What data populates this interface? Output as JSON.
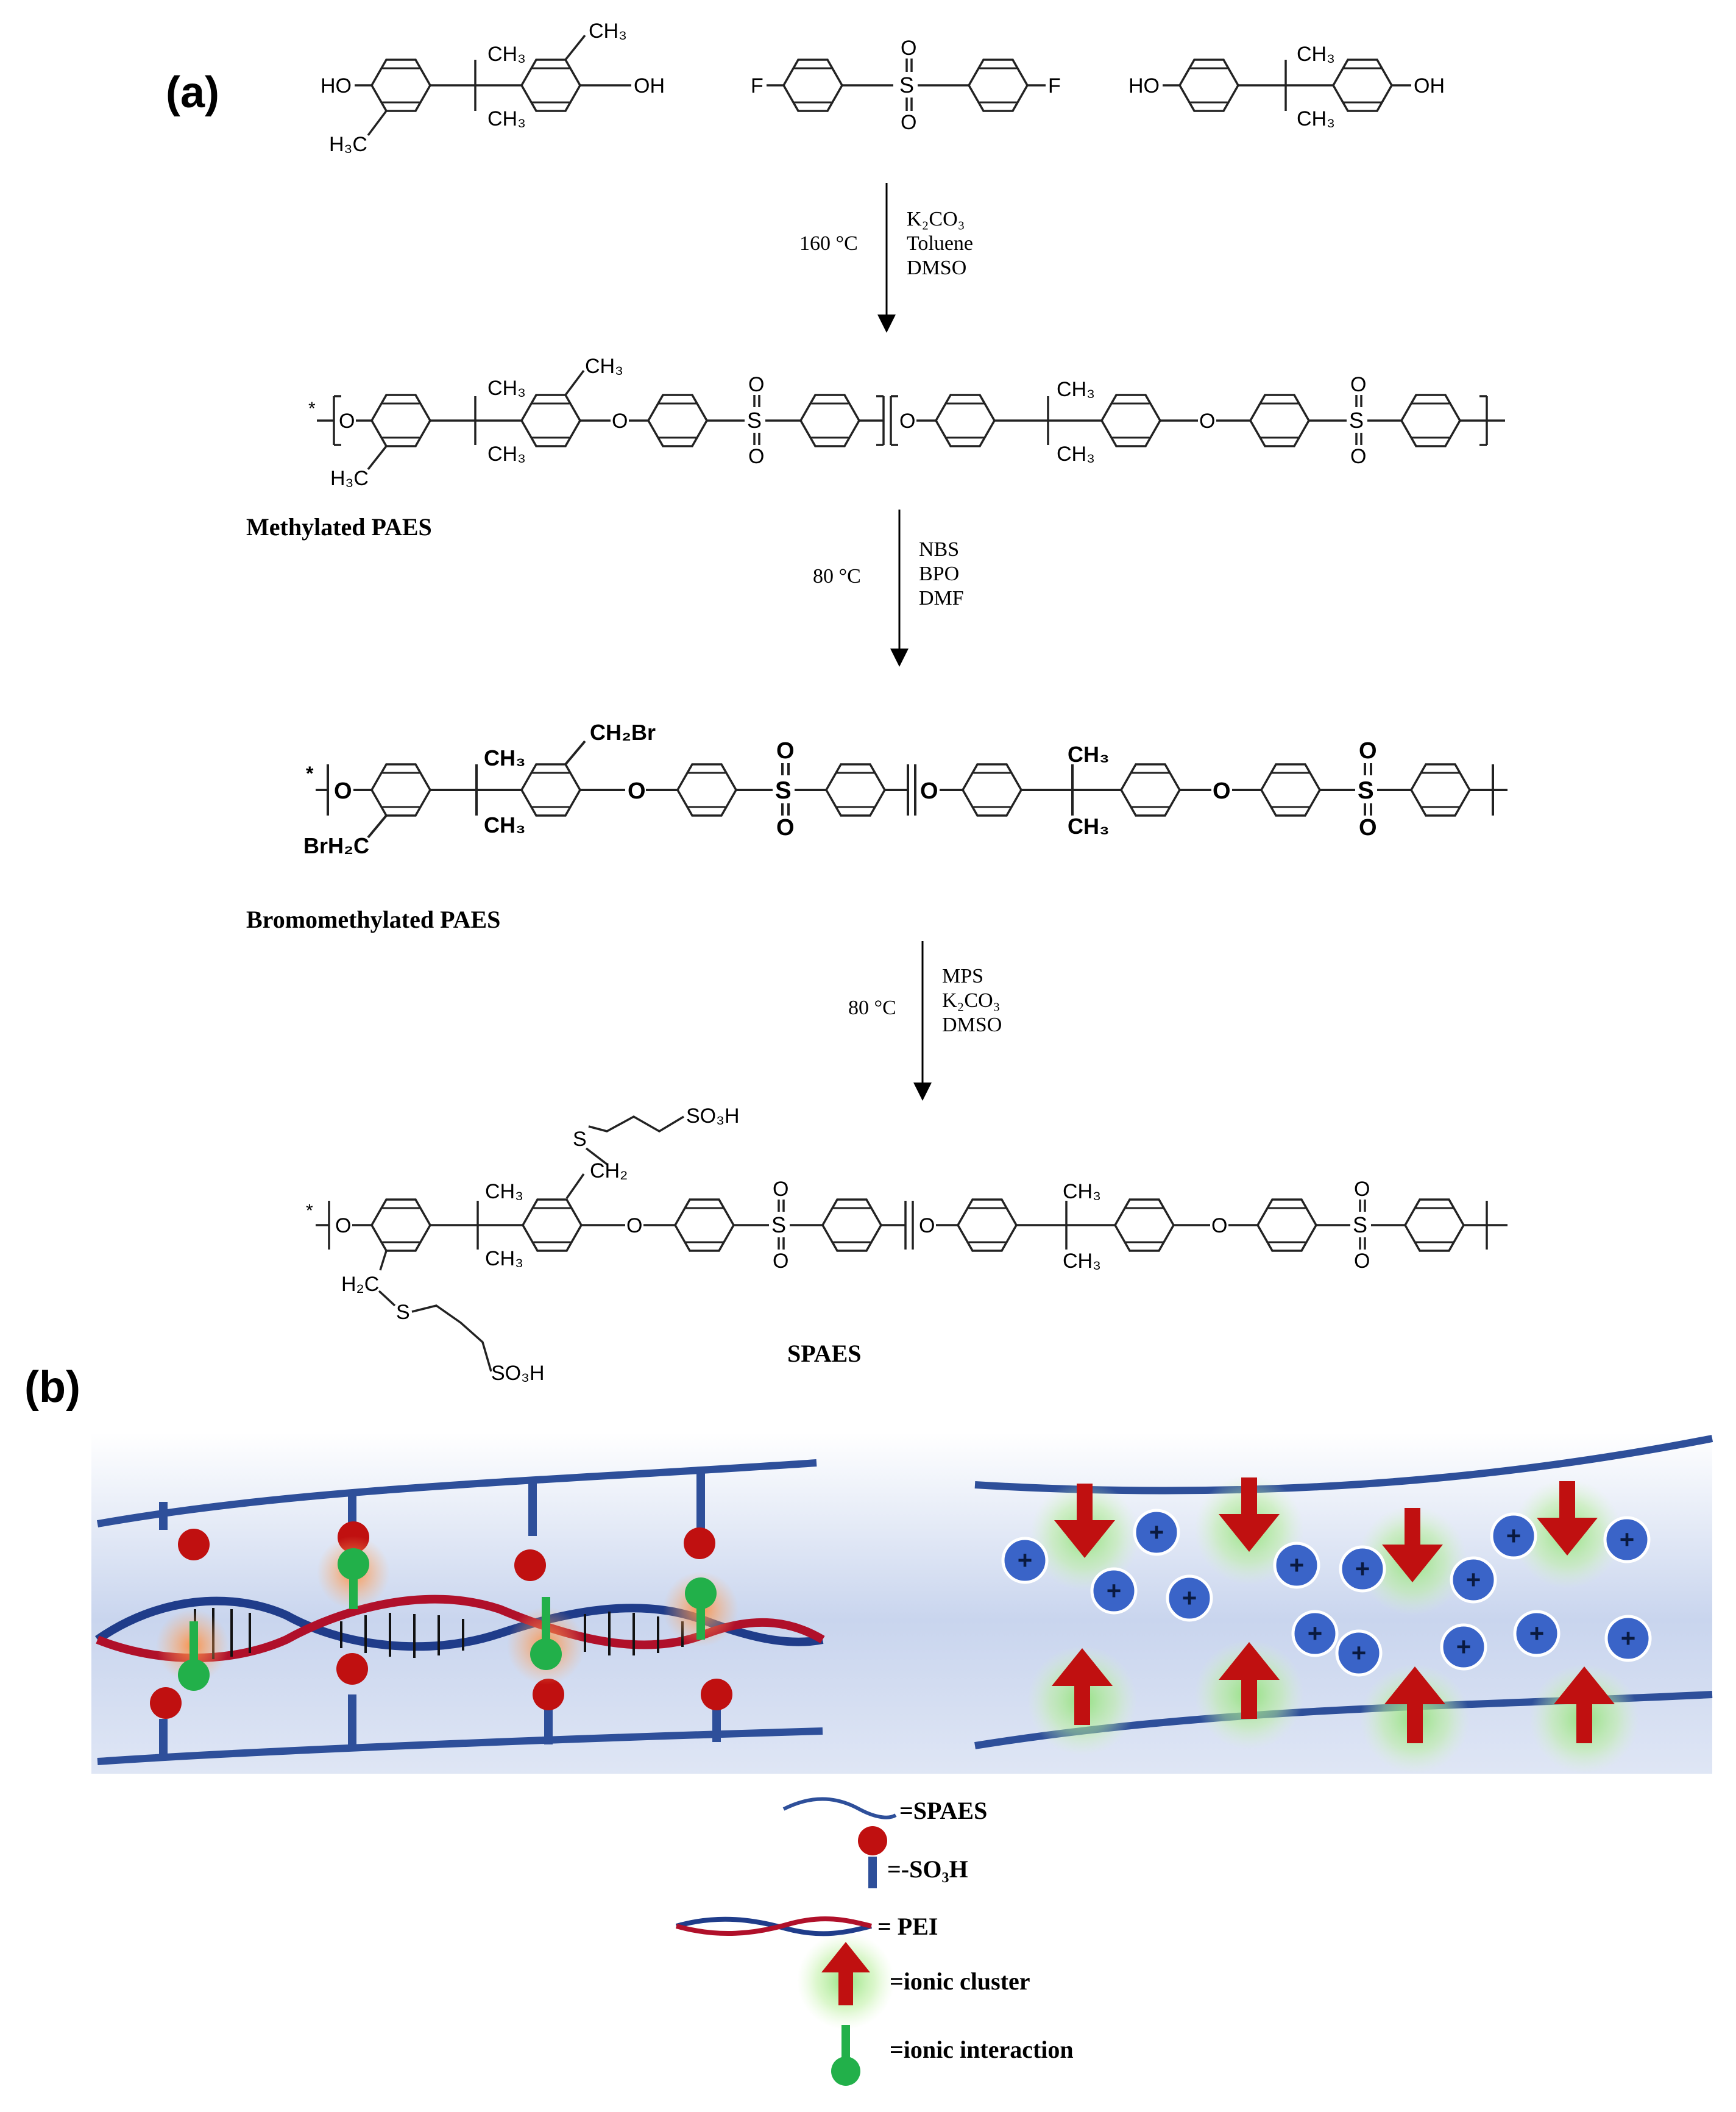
{
  "panel_a": {
    "label": "(a)",
    "monomers": {
      "m1": {
        "ho_left": "HO",
        "oh_right": "OH",
        "ch3_top": "CH₃",
        "ch3_bottom": "CH₃",
        "ch3_ring_top": "CH₃",
        "h3c_ring_bottom": "H₃C"
      },
      "m2": {
        "f_left": "F",
        "f_right": "F",
        "s": "S",
        "o_top": "O",
        "o_bottom": "O"
      },
      "m3": {
        "ho_left": "HO",
        "oh_right": "OH",
        "ch3_top": "CH₃",
        "ch3_bottom": "CH₃"
      }
    },
    "step1": {
      "temperature": "160 °C",
      "reagents": [
        "K₂CO₃",
        "Toluene",
        "DMSO"
      ]
    },
    "methylated": {
      "name": "Methylated PAES",
      "ch3_ring_top": "CH₃",
      "h3c_ring_bottom": "H₃C",
      "ch3_top": "CH₃",
      "ch3_bottom": "CH₃",
      "ch3_top2": "CH₃",
      "ch3_bottom2": "CH₃",
      "o": "O",
      "s": "S",
      "star": "*"
    },
    "step2": {
      "temperature": "80 °C",
      "reagents": [
        "NBS",
        "BPO",
        "DMF"
      ]
    },
    "bromomethylated": {
      "name": "Bromomethylated PAES",
      "ch2br": "CH₂Br",
      "brh2c": "BrH₂C",
      "ch3_top": "CH₃",
      "ch3_bottom": "CH₃",
      "ch3_top2": "CH₃",
      "ch3_bottom2": "CH₃",
      "o": "O",
      "s": "S",
      "star": "*"
    },
    "step3": {
      "temperature": "80 °C",
      "reagents": [
        "MPS",
        "K₂CO₃",
        "DMSO"
      ]
    },
    "spaes": {
      "name": "SPAES",
      "so3h_top": "SO₃H",
      "so3h_bottom": "SO₃H",
      "s_top": "S",
      "s_bottom": "S",
      "ch2": "CH₂",
      "h2c": "H₂C",
      "ch3_top": "CH₃",
      "ch3_bottom": "CH₃",
      "ch3_top2": "CH₃",
      "ch3_bottom2": "CH₃",
      "o": "O",
      "s": "S",
      "star": "*"
    }
  },
  "panel_b": {
    "label": "(b)",
    "plus": "+",
    "legend": [
      {
        "id": "spaes",
        "label": "=SPAES"
      },
      {
        "id": "so3h",
        "label": "=-SO₃H"
      },
      {
        "id": "pei",
        "label": "= PEI"
      },
      {
        "id": "cluster",
        "label": "=ionic cluster"
      },
      {
        "id": "interaction",
        "label": "=ionic interaction"
      }
    ]
  },
  "colors": {
    "polymer_blue": "#2e4f9a",
    "red_ball": "#c01010",
    "green_pin": "#22b04a",
    "cation_blue": "#3a64c8",
    "dna_red": "#b0102a",
    "dna_blue": "#1f3c8a",
    "band_top": "#ffffff",
    "band_mid": "#c8d4ec"
  }
}
